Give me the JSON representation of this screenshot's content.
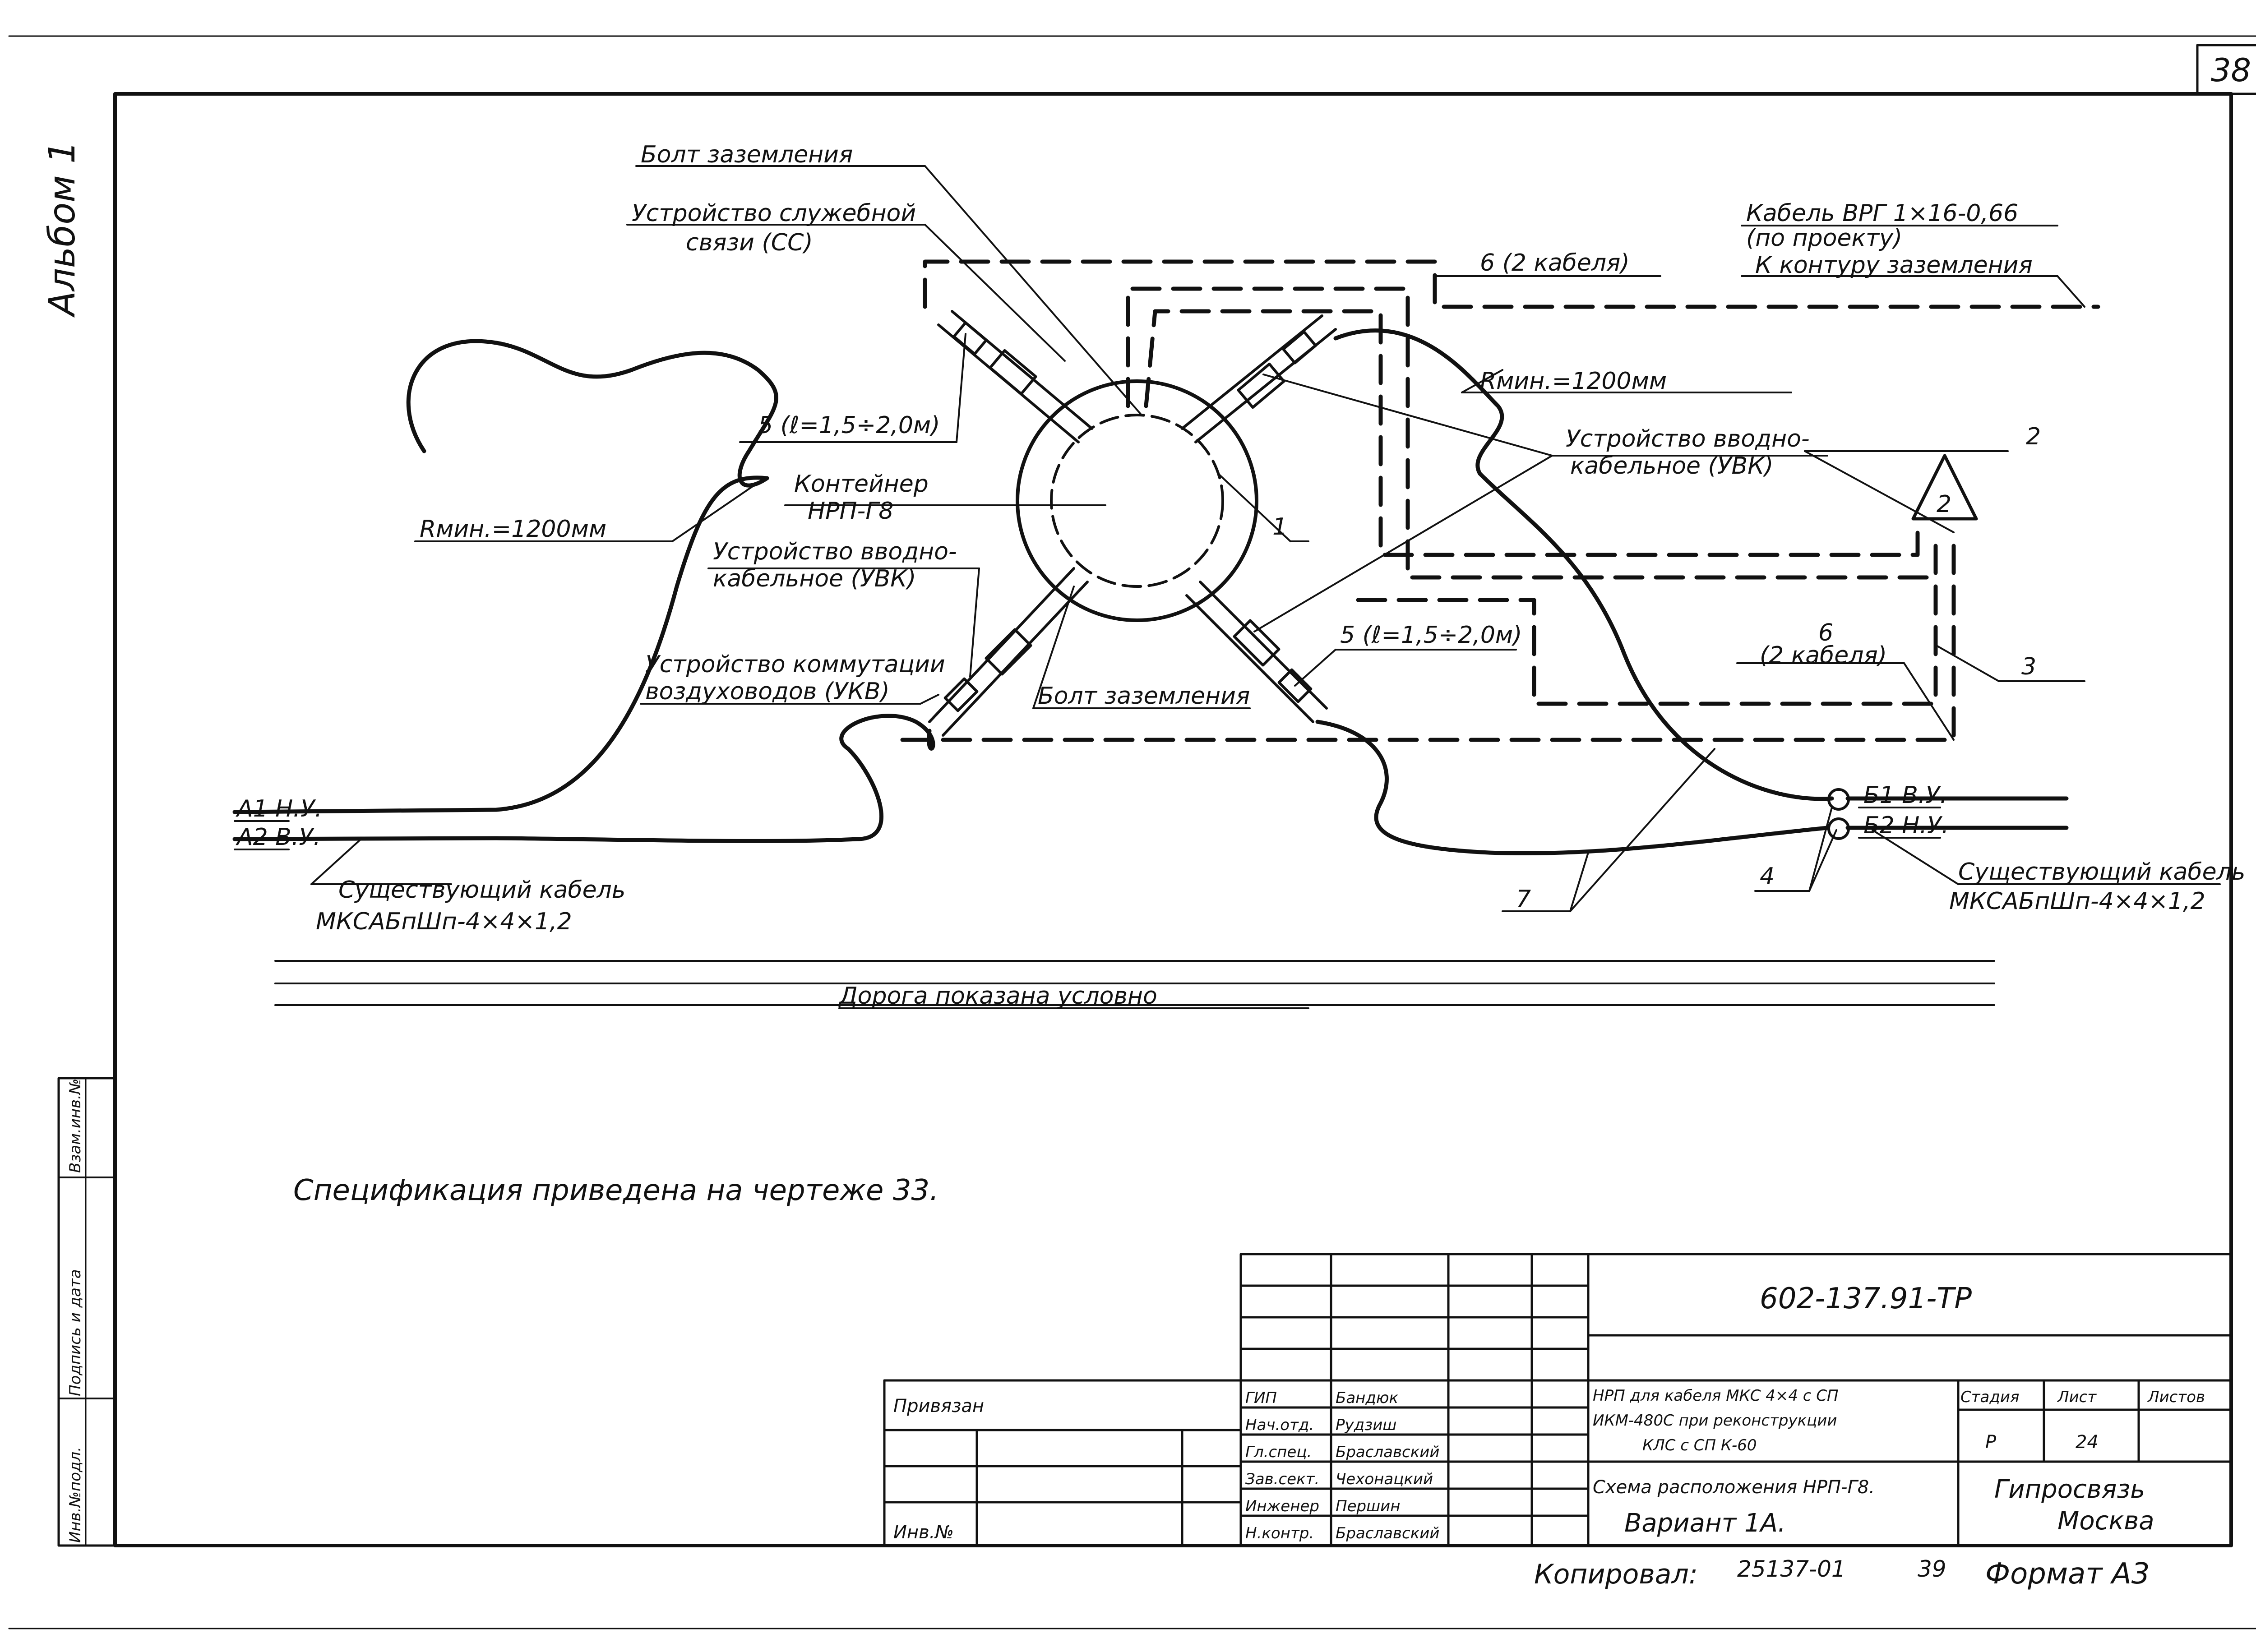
{
  "sheet": {
    "page_number": "38",
    "album_label": "Альбом 1",
    "drawing_code": "602-137.91-ТР",
    "copied_by": "Копировал:",
    "copy_number": "25137-01",
    "copy_sheet": "39",
    "format": "Формат А3"
  },
  "labels": {
    "ground_bolt_top": "Болт заземления",
    "service_comm_line1": "Устройство служебной",
    "service_comm_line2": "связи (СС)",
    "cable_6_top": "6 (2 кабеля)",
    "cable_vrg_line1": "Кабель ВРГ 1×16-0,66",
    "cable_vrg_line2": "(по проекту)",
    "cable_vrg_line3": "К контуру заземления",
    "rmin_right": "Rмин.=1200мм",
    "rmin_left": "Rмин.=1200мм",
    "item5_left": "5 (ℓ=1,5÷2,0м)",
    "item5_right": "5 (ℓ=1,5÷2,0м)",
    "container_line1": "Контейнер",
    "container_line2": "НРП-Г8",
    "uvk_left_line1": "Устройство вводно-",
    "uvk_left_line2": "кабельное (УВК)",
    "uvk_right_line1": "Устройство вводно-",
    "uvk_right_line2": "кабельное (УВК)",
    "ukv_line1": "Устройство коммутации",
    "ukv_line2": "воздуховодов (УКВ)",
    "ground_bolt_bottom": "Болт заземления",
    "item1": "1",
    "item2_top": "2",
    "item2_inner": "2",
    "item3": "3",
    "item4": "4",
    "item6_mid": "6",
    "item6_mid_sub": "(2 кабеля)",
    "item7": "7",
    "a1": "А1 Н.У.",
    "a2": "А2 В.У.",
    "b1": "Б1 В.У.",
    "b2": "Б2 Н.У.",
    "existing_cable_left_line1": "Существующий кабель",
    "existing_cable_left_line2": "МКСАБпШп-4×4×1,2",
    "existing_cable_right_line1": "Существующий кабель",
    "existing_cable_right_line2": "МКСАБпШп-4×4×1,2",
    "road": "Дорога     показана     условно",
    "spec_note": "Спецификация приведена на чертеже 33."
  },
  "side_stamp": {
    "cells": [
      "Инв.№подл.",
      "Подпись и дата",
      "Взам.инв.№"
    ]
  },
  "title_block": {
    "privyazan": "Привязан",
    "inv_no": "Инв.№",
    "roles": [
      "ГИП",
      "Нач.отд.",
      "Гл.спец.",
      "Зав.сект.",
      "Инженер",
      "Н.контр."
    ],
    "names": [
      "Бандюк",
      "Рудзиш",
      "Браславский",
      "Чехонацкий",
      "Першин",
      "Браславский"
    ],
    "title_line1": "НРП для кабеля МКС 4×4 с СП",
    "title_line2": "ИКМ-480С при реконструкции",
    "title_line3": "КЛС с СП К-60",
    "stage_header": "Стадия",
    "sheet_header": "Лист",
    "sheets_header": "Листов",
    "stage_value": "Р",
    "sheet_value": "24",
    "scheme_line1": "Схема расположения НРП-Г8.",
    "scheme_line2": "Вариант 1А.",
    "org_line1": "Гипросвязь",
    "org_line2": "Москва"
  }
}
